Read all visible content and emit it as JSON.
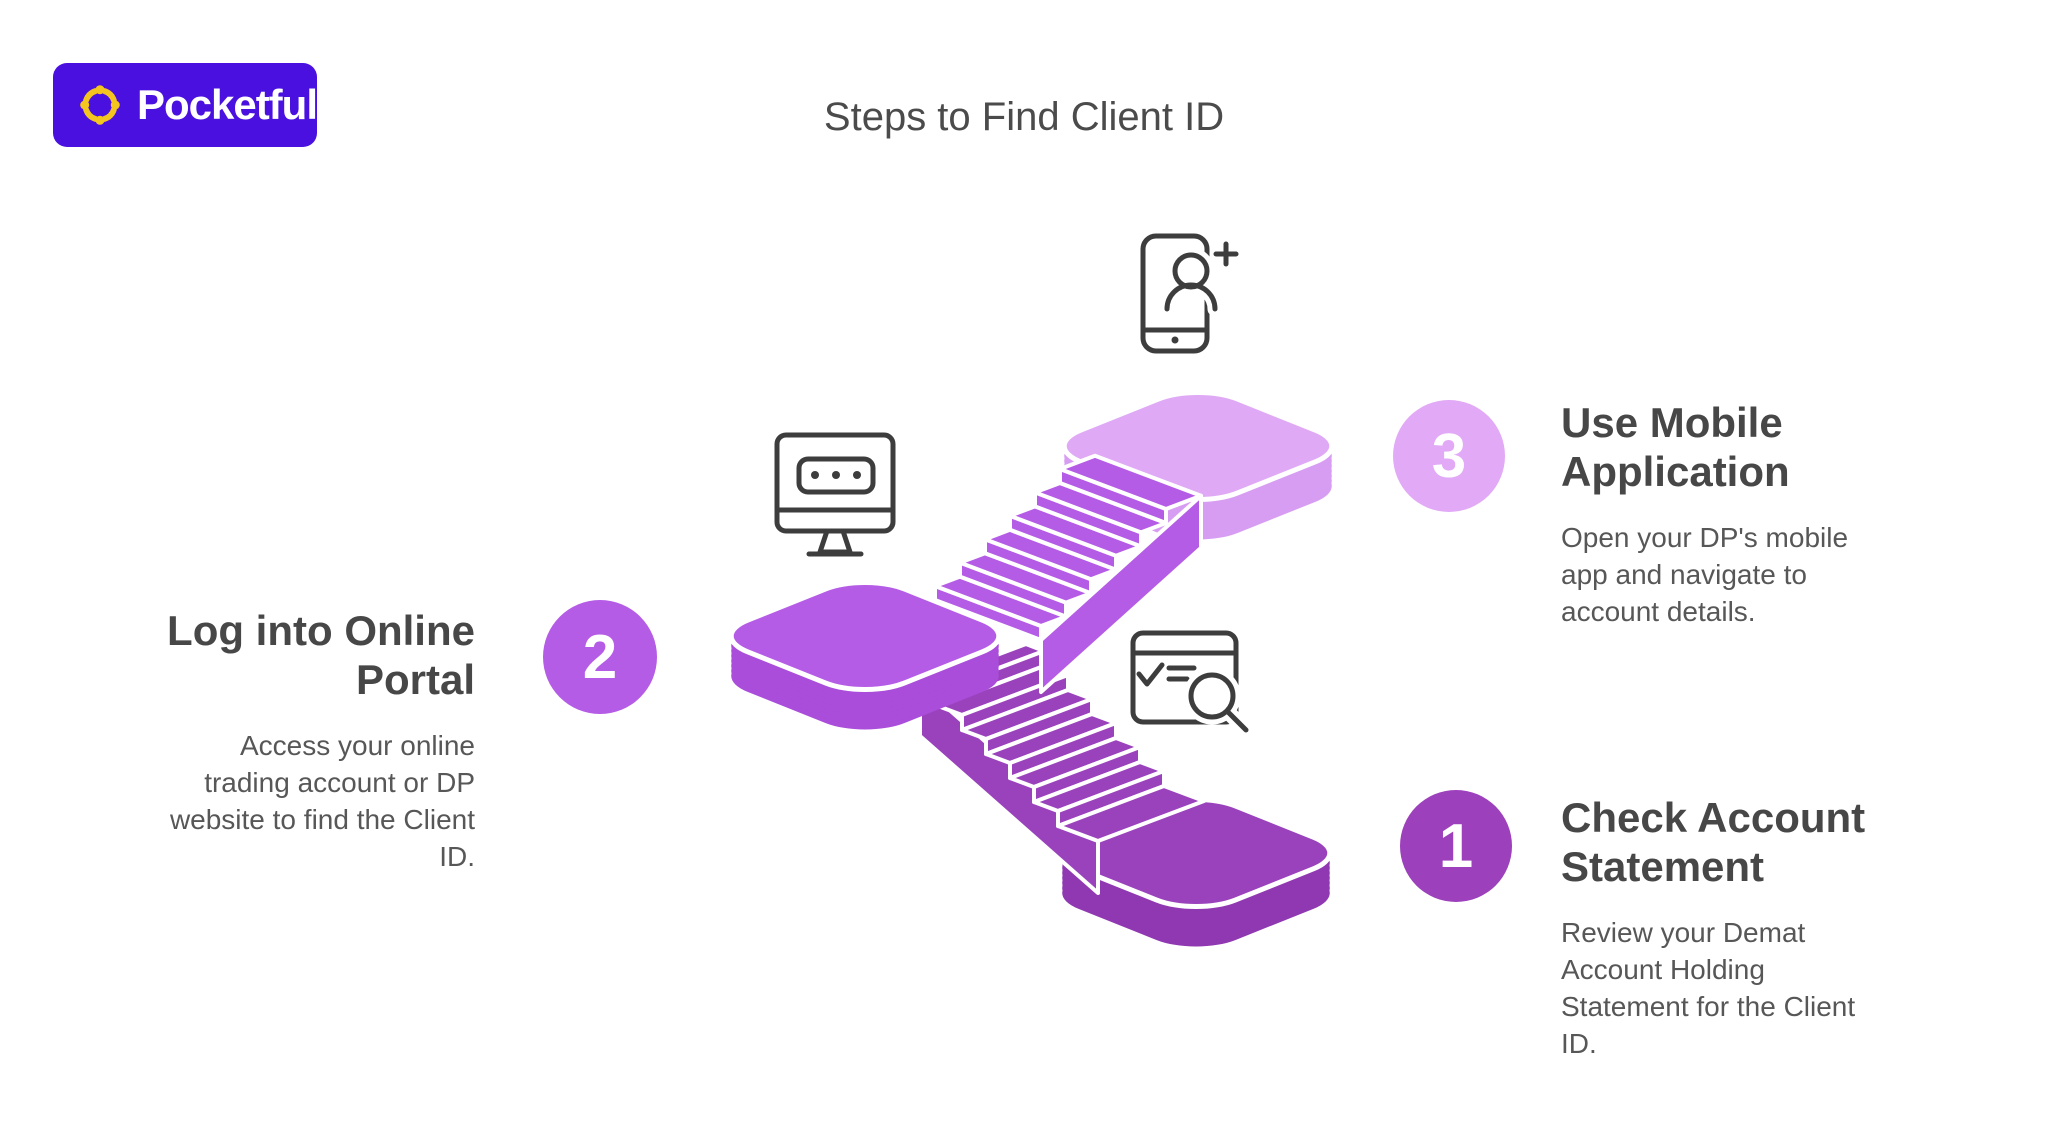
{
  "logo": {
    "text": "Pocketful",
    "bg_color": "#4a10e0",
    "icon_color": "#f4c51e",
    "icon": "pocketful-splat-icon"
  },
  "title": "Steps to Find Client ID",
  "steps": [
    {
      "number": "1",
      "title": "Check Account\nStatement",
      "description": "Review your Demat\nAccount Holding\nStatement for the Client\nID.",
      "accent_color": "#9c40bb",
      "icon": "document-search-icon"
    },
    {
      "number": "2",
      "title": "Log into Online\nPortal",
      "description": "Access your online\ntrading account or DP\nwebsite to find the Client\nID.",
      "accent_color": "#b55ce6",
      "icon": "monitor-password-icon"
    },
    {
      "number": "3",
      "title": "Use Mobile\nApplication",
      "description": "Open your DP's mobile\napp and navigate to\naccount details.",
      "accent_color": "#e2a9f6",
      "icon": "phone-add-user-icon"
    }
  ],
  "illustration": {
    "icon_stroke": "#3d3d3d",
    "colors": {
      "light_top": "#dfa9f5",
      "light_side": "#d79df2",
      "mid_top": "#b55ce6",
      "mid_side": "#aa4dda",
      "dark_top": "#9a42bc",
      "dark_side": "#8f38b1",
      "outline": "#ffffff"
    }
  }
}
